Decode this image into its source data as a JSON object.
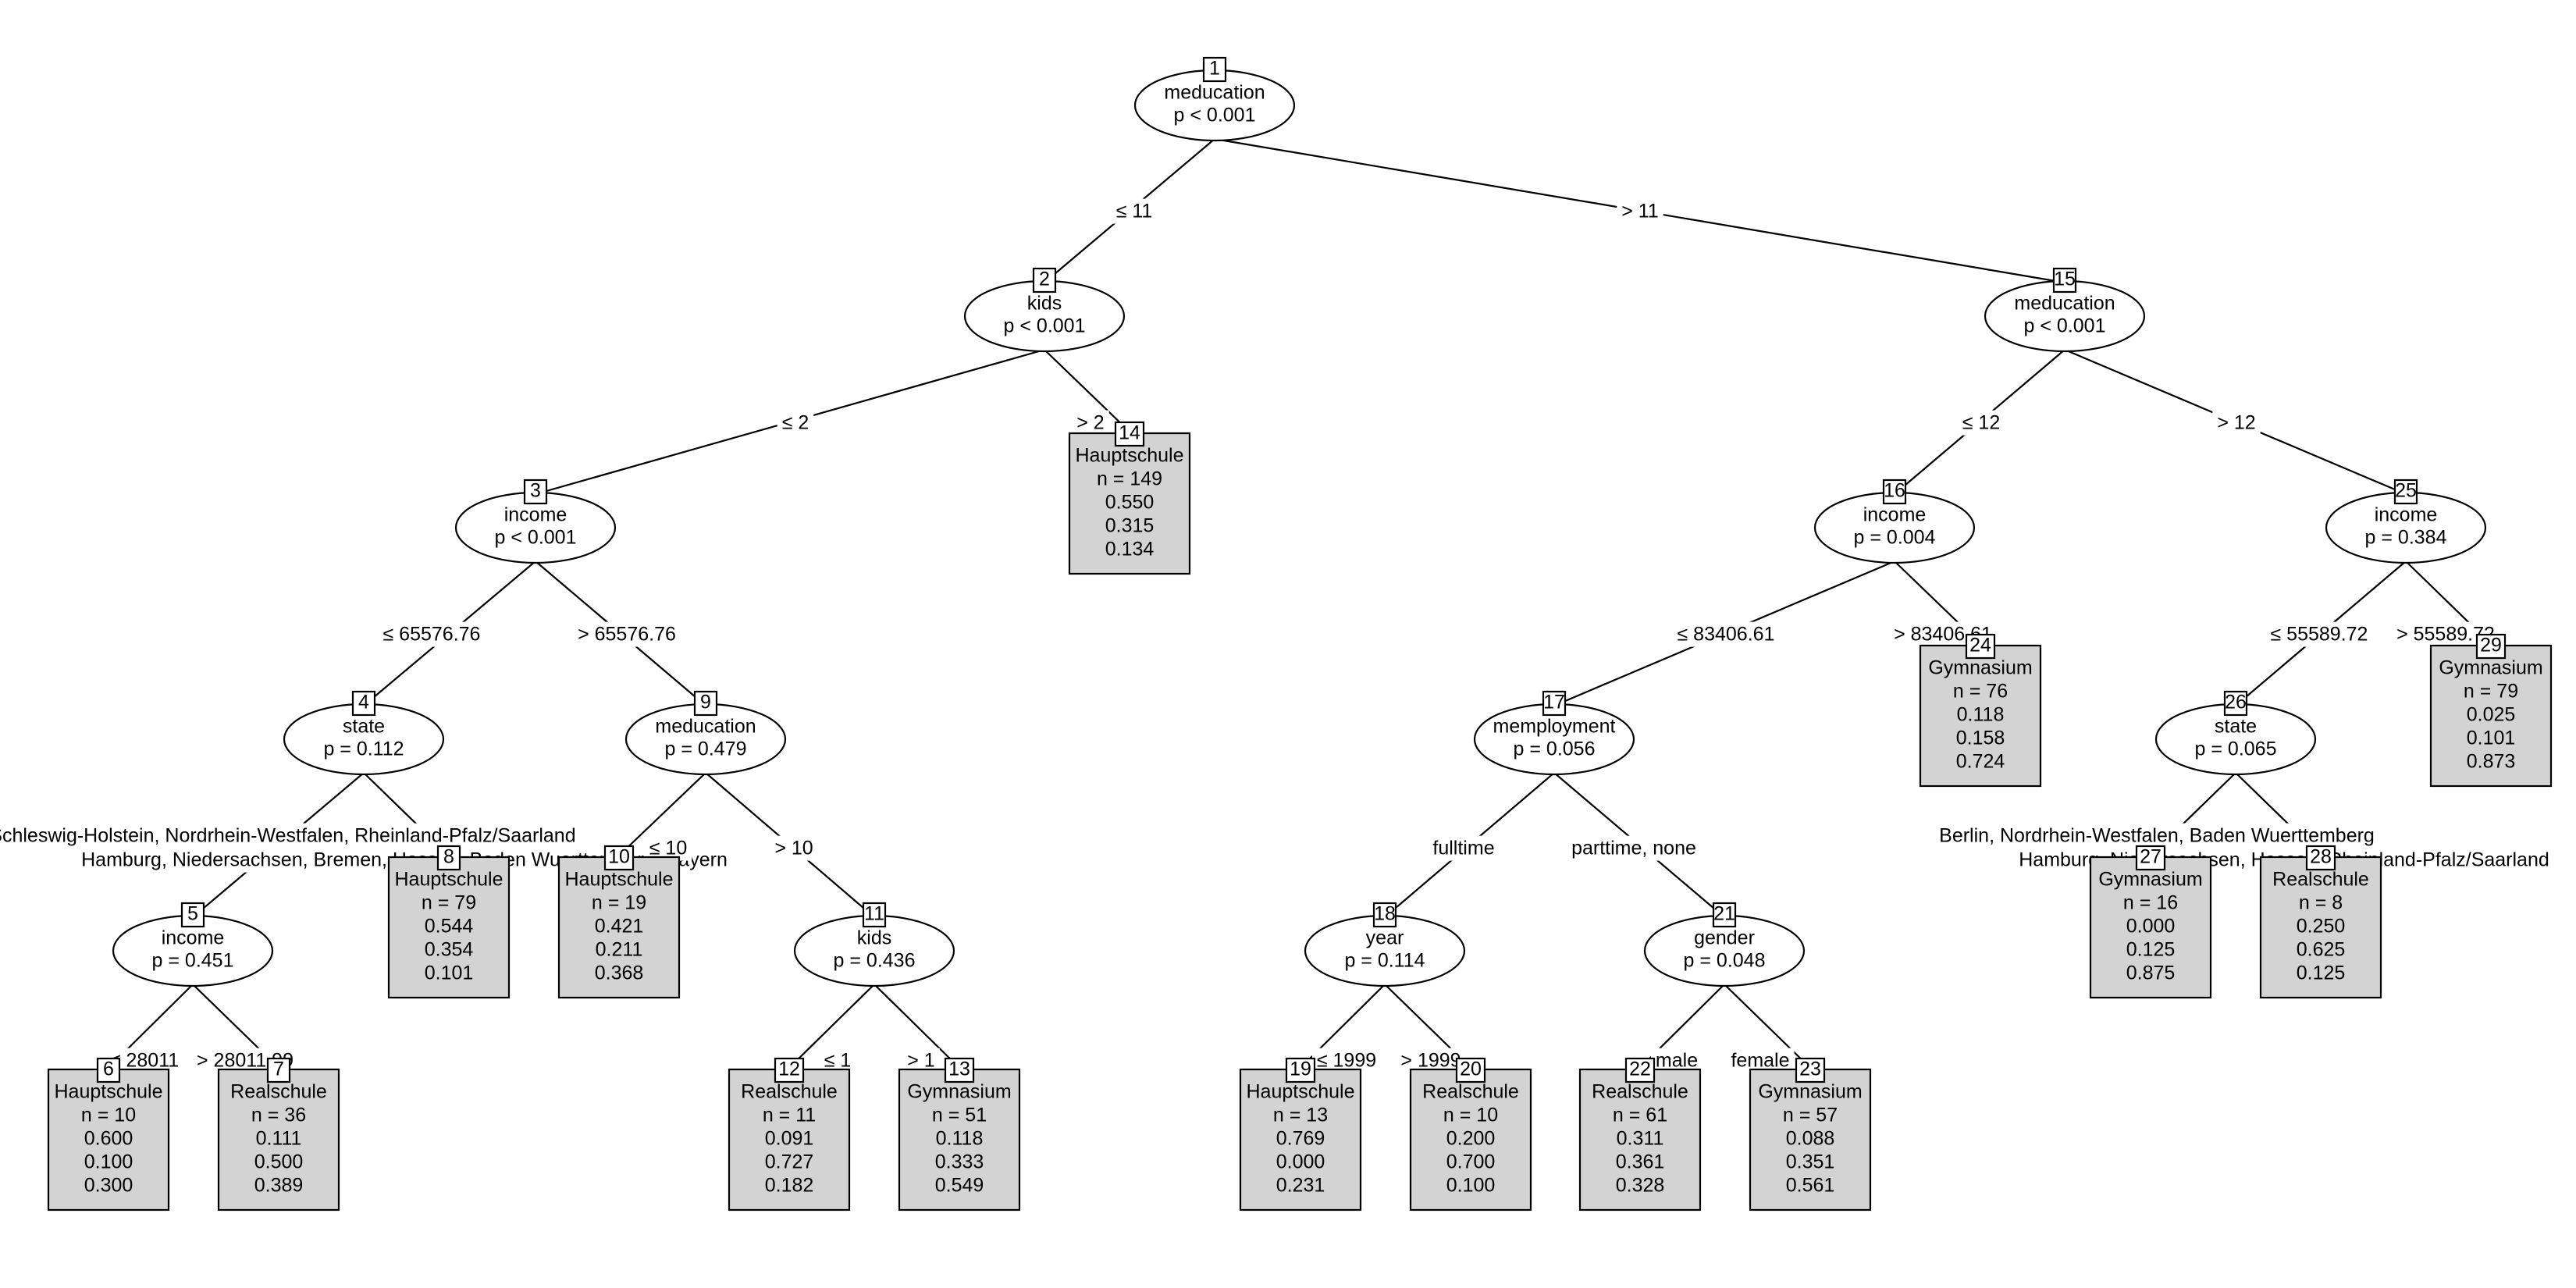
{
  "tree": {
    "inner_nodes": [
      {
        "id": "1",
        "variable": "meducation",
        "p": "p < 0.001"
      },
      {
        "id": "2",
        "variable": "kids",
        "p": "p < 0.001"
      },
      {
        "id": "3",
        "variable": "income",
        "p": "p < 0.001"
      },
      {
        "id": "4",
        "variable": "state",
        "p": "p = 0.112"
      },
      {
        "id": "5",
        "variable": "income",
        "p": "p = 0.451"
      },
      {
        "id": "9",
        "variable": "meducation",
        "p": "p = 0.479"
      },
      {
        "id": "11",
        "variable": "kids",
        "p": "p = 0.436"
      },
      {
        "id": "15",
        "variable": "meducation",
        "p": "p < 0.001"
      },
      {
        "id": "16",
        "variable": "income",
        "p": "p = 0.004"
      },
      {
        "id": "17",
        "variable": "memployment",
        "p": "p = 0.056"
      },
      {
        "id": "18",
        "variable": "year",
        "p": "p = 0.114"
      },
      {
        "id": "21",
        "variable": "gender",
        "p": "p = 0.048"
      },
      {
        "id": "25",
        "variable": "income",
        "p": "p = 0.384"
      },
      {
        "id": "26",
        "variable": "state",
        "p": "p = 0.065"
      }
    ],
    "terminal_nodes": [
      {
        "id": "6",
        "class": "Hauptschule",
        "n": "n = 10",
        "probs": [
          "0.600",
          "0.100",
          "0.300"
        ]
      },
      {
        "id": "7",
        "class": "Realschule",
        "n": "n = 36",
        "probs": [
          "0.111",
          "0.500",
          "0.389"
        ]
      },
      {
        "id": "8",
        "class": "Hauptschule",
        "n": "n = 79",
        "probs": [
          "0.544",
          "0.354",
          "0.101"
        ]
      },
      {
        "id": "10",
        "class": "Hauptschule",
        "n": "n = 19",
        "probs": [
          "0.421",
          "0.211",
          "0.368"
        ]
      },
      {
        "id": "12",
        "class": "Realschule",
        "n": "n = 11",
        "probs": [
          "0.091",
          "0.727",
          "0.182"
        ]
      },
      {
        "id": "13",
        "class": "Gymnasium",
        "n": "n = 51",
        "probs": [
          "0.118",
          "0.333",
          "0.549"
        ]
      },
      {
        "id": "14",
        "class": "Hauptschule",
        "n": "n = 149",
        "probs": [
          "0.550",
          "0.315",
          "0.134"
        ]
      },
      {
        "id": "19",
        "class": "Hauptschule",
        "n": "n = 13",
        "probs": [
          "0.769",
          "0.000",
          "0.231"
        ]
      },
      {
        "id": "20",
        "class": "Realschule",
        "n": "n = 10",
        "probs": [
          "0.200",
          "0.700",
          "0.100"
        ]
      },
      {
        "id": "22",
        "class": "Realschule",
        "n": "n = 61",
        "probs": [
          "0.311",
          "0.361",
          "0.328"
        ]
      },
      {
        "id": "23",
        "class": "Gymnasium",
        "n": "n = 57",
        "probs": [
          "0.088",
          "0.351",
          "0.561"
        ]
      },
      {
        "id": "24",
        "class": "Gymnasium",
        "n": "n = 76",
        "probs": [
          "0.118",
          "0.158",
          "0.724"
        ]
      },
      {
        "id": "27",
        "class": "Gymnasium",
        "n": "n = 16",
        "probs": [
          "0.000",
          "0.125",
          "0.875"
        ]
      },
      {
        "id": "28",
        "class": "Realschule",
        "n": "n = 8",
        "probs": [
          "0.250",
          "0.625",
          "0.125"
        ]
      },
      {
        "id": "29",
        "class": "Gymnasium",
        "n": "n = 79",
        "probs": [
          "0.025",
          "0.101",
          "0.873"
        ]
      }
    ],
    "edges": [
      {
        "from": "1",
        "to": "2",
        "label": "≤ 11"
      },
      {
        "from": "1",
        "to": "15",
        "label": "> 11"
      },
      {
        "from": "2",
        "to": "3",
        "label": "≤ 2"
      },
      {
        "from": "2",
        "to": "14",
        "label": "> 2"
      },
      {
        "from": "3",
        "to": "4",
        "label": "≤ 65576.76"
      },
      {
        "from": "3",
        "to": "9",
        "label": "> 65576.76"
      },
      {
        "from": "4",
        "to": "5",
        "label": "Hamburg, Niedersachsen, Bremen, Hessen, Baden Wuerttemberg, Bayern"
      },
      {
        "from": "4",
        "to": "8",
        "label": ", Schleswig-Holstein, Nordrhein-Westfalen, Rheinland-Pfalz/Saarland"
      },
      {
        "from": "5",
        "to": "6",
        "label": "≤ 28011"
      },
      {
        "from": "5",
        "to": "7",
        "label": "> 28011.99"
      },
      {
        "from": "9",
        "to": "10",
        "label": "≤ 10"
      },
      {
        "from": "9",
        "to": "11",
        "label": "> 10"
      },
      {
        "from": "11",
        "to": "12",
        "label": "≤ 1"
      },
      {
        "from": "11",
        "to": "13",
        "label": "> 1"
      },
      {
        "from": "15",
        "to": "16",
        "label": "≤ 12"
      },
      {
        "from": "15",
        "to": "25",
        "label": "> 12"
      },
      {
        "from": "16",
        "to": "17",
        "label": "≤ 83406.61"
      },
      {
        "from": "16",
        "to": "24",
        "label": "> 83406.61"
      },
      {
        "from": "17",
        "to": "18",
        "label": "fulltime"
      },
      {
        "from": "17",
        "to": "21",
        "label": "parttime, none"
      },
      {
        "from": "18",
        "to": "19",
        "label": "≤ 1999"
      },
      {
        "from": "18",
        "to": "20",
        "label": "> 1999"
      },
      {
        "from": "21",
        "to": "22",
        "label": "male"
      },
      {
        "from": "21",
        "to": "23",
        "label": "female"
      },
      {
        "from": "25",
        "to": "26",
        "label": "≤ 55589.72"
      },
      {
        "from": "25",
        "to": "29",
        "label": "> 55589.72"
      },
      {
        "from": "26",
        "to": "27",
        "label": "Berlin, Nordrhein-Westfalen, Baden Wuerttemberg"
      },
      {
        "from": "26",
        "to": "28",
        "label": "Hamburg, Niedersachsen, Hessen, Rheinland-Pfalz/Saarland"
      }
    ]
  }
}
